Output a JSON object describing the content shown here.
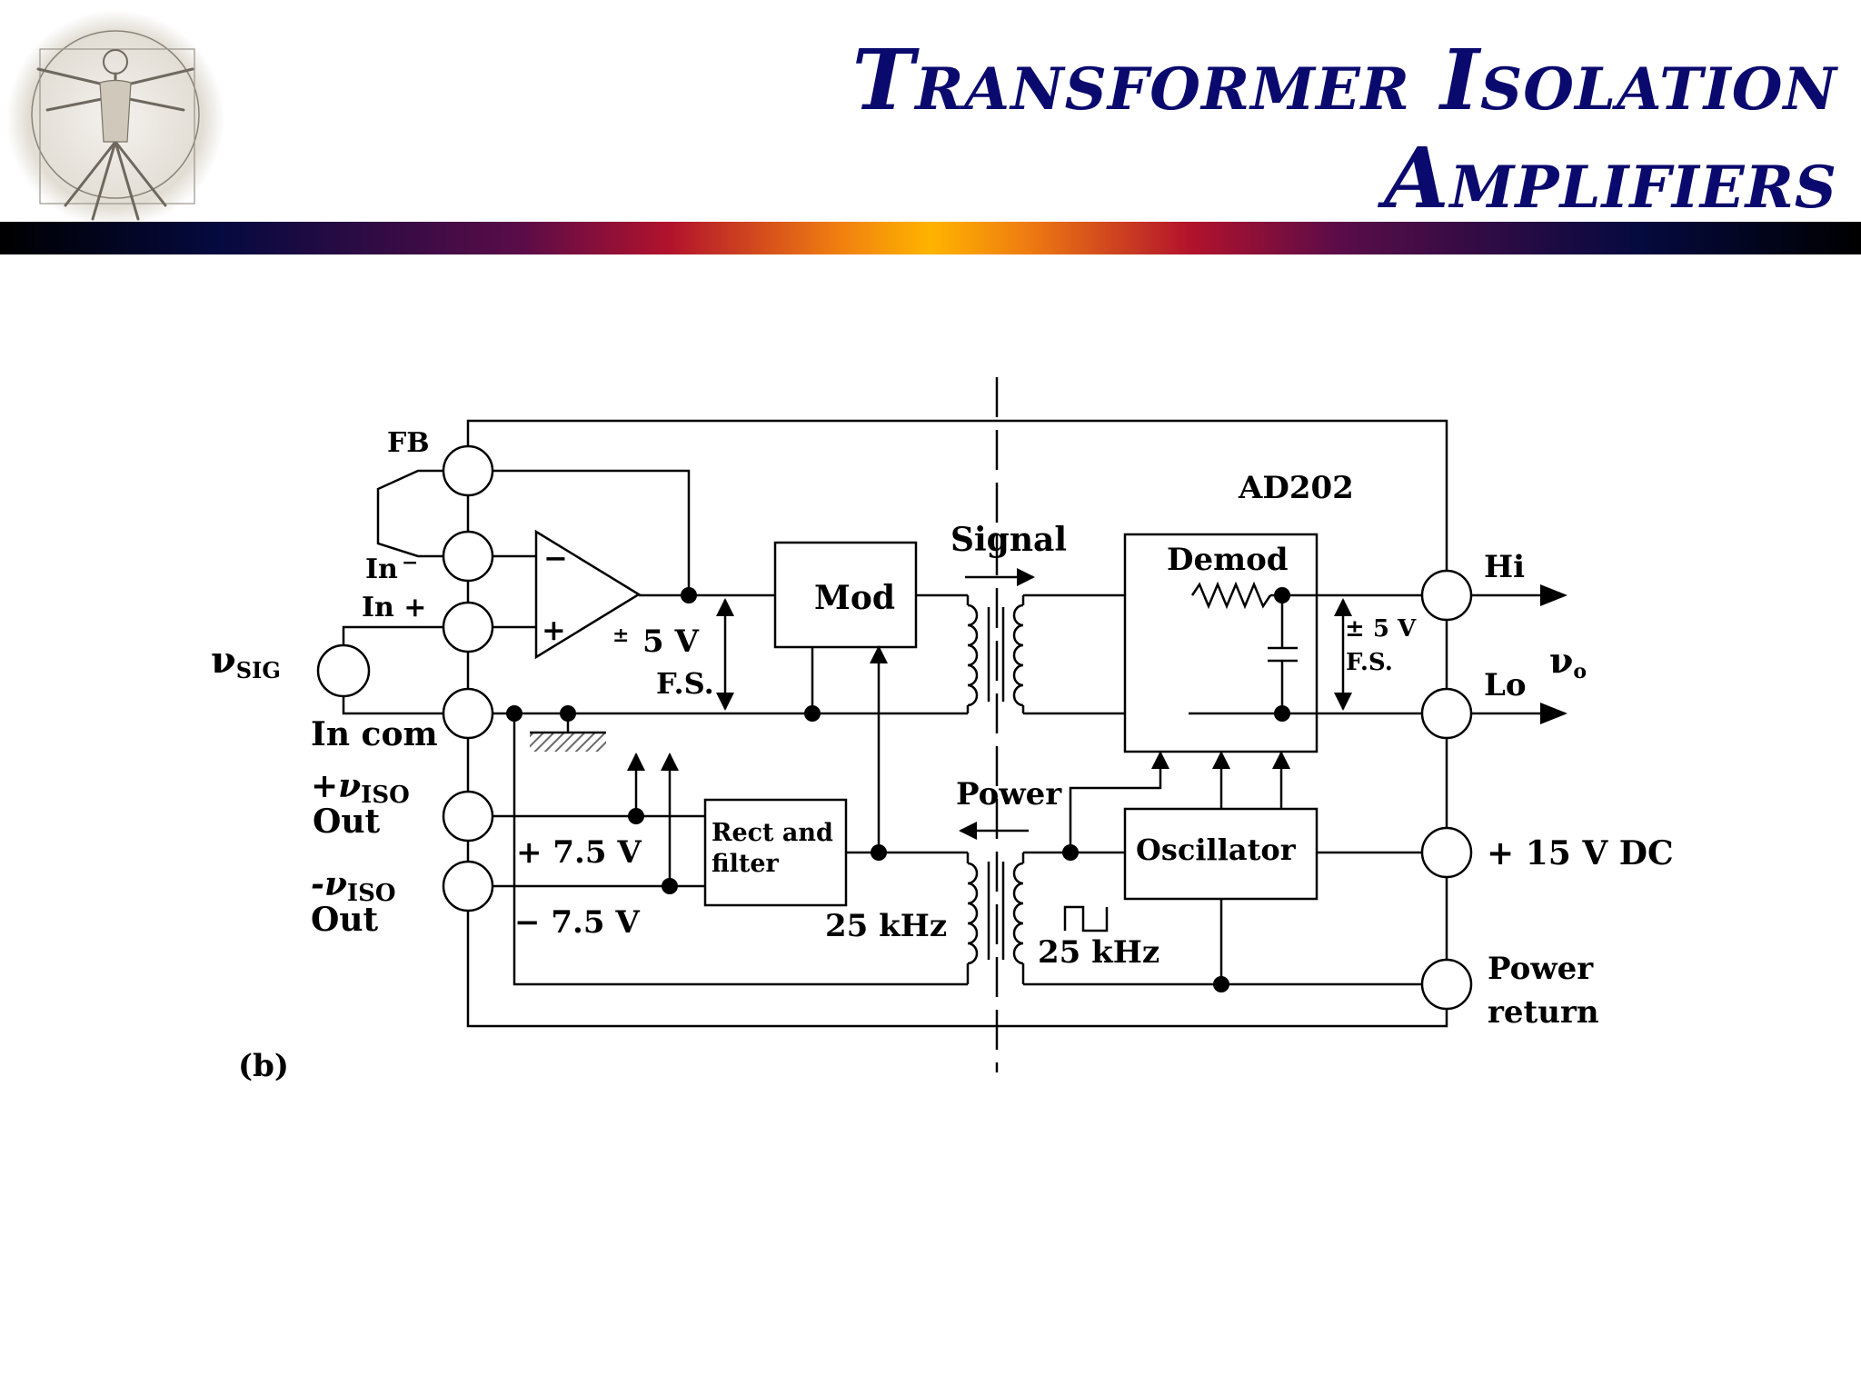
{
  "slide": {
    "title_line1": "Transformer Isolation",
    "title_line2": "Amplifiers"
  },
  "colors": {
    "title": "#0a0a6e",
    "bar_dark": "#050a40",
    "bar_mid": "#b2122c",
    "bar_center": "#ffb400"
  },
  "icons": {
    "logo": "vitruvian-man-icon",
    "ground": "ground-hatch-icon",
    "square_wave": "square-wave-icon"
  },
  "diagram": {
    "chip_label": "AD202",
    "label_fb": "FB",
    "label_in_minus": "In",
    "minus_sup": "−",
    "label_in_plus": "In +",
    "label_vsig": "ν",
    "label_vsig_sub": "SIG",
    "label_in_com": "In com",
    "label_pviso": "+ν",
    "label_pviso_sub": "ISO",
    "label_pviso_out": "Out",
    "label_nviso": "-ν",
    "label_nviso_sub": "ISO",
    "label_nviso_out": "Out",
    "opamp_minus": "−",
    "opamp_plus": "+",
    "pm_small": "±",
    "fs_left_volts": "5 V",
    "fs_left_fs": "F.S.",
    "box_mod": "Mod",
    "label_signal": "Signal",
    "box_demod": "Demod",
    "fs_right_volts": "± 5 V",
    "fs_right_fs": "F.S.",
    "label_hi": "Hi",
    "label_lo": "Lo",
    "label_vo": "ν",
    "label_vo_sub": "o",
    "label_power": "Power",
    "box_rect_line1": "Rect and",
    "box_rect_line2": "filter",
    "label_plus75": "+ 7.5 V",
    "label_minus75": "− 7.5 V",
    "label_25khz_left": "25 kHz",
    "label_25khz_right": "25 kHz",
    "box_osc": "Oscillator",
    "label_15vdc": "+ 15 V DC",
    "label_power_return1": "Power",
    "label_power_return2": "return",
    "label_b": "(b)"
  }
}
